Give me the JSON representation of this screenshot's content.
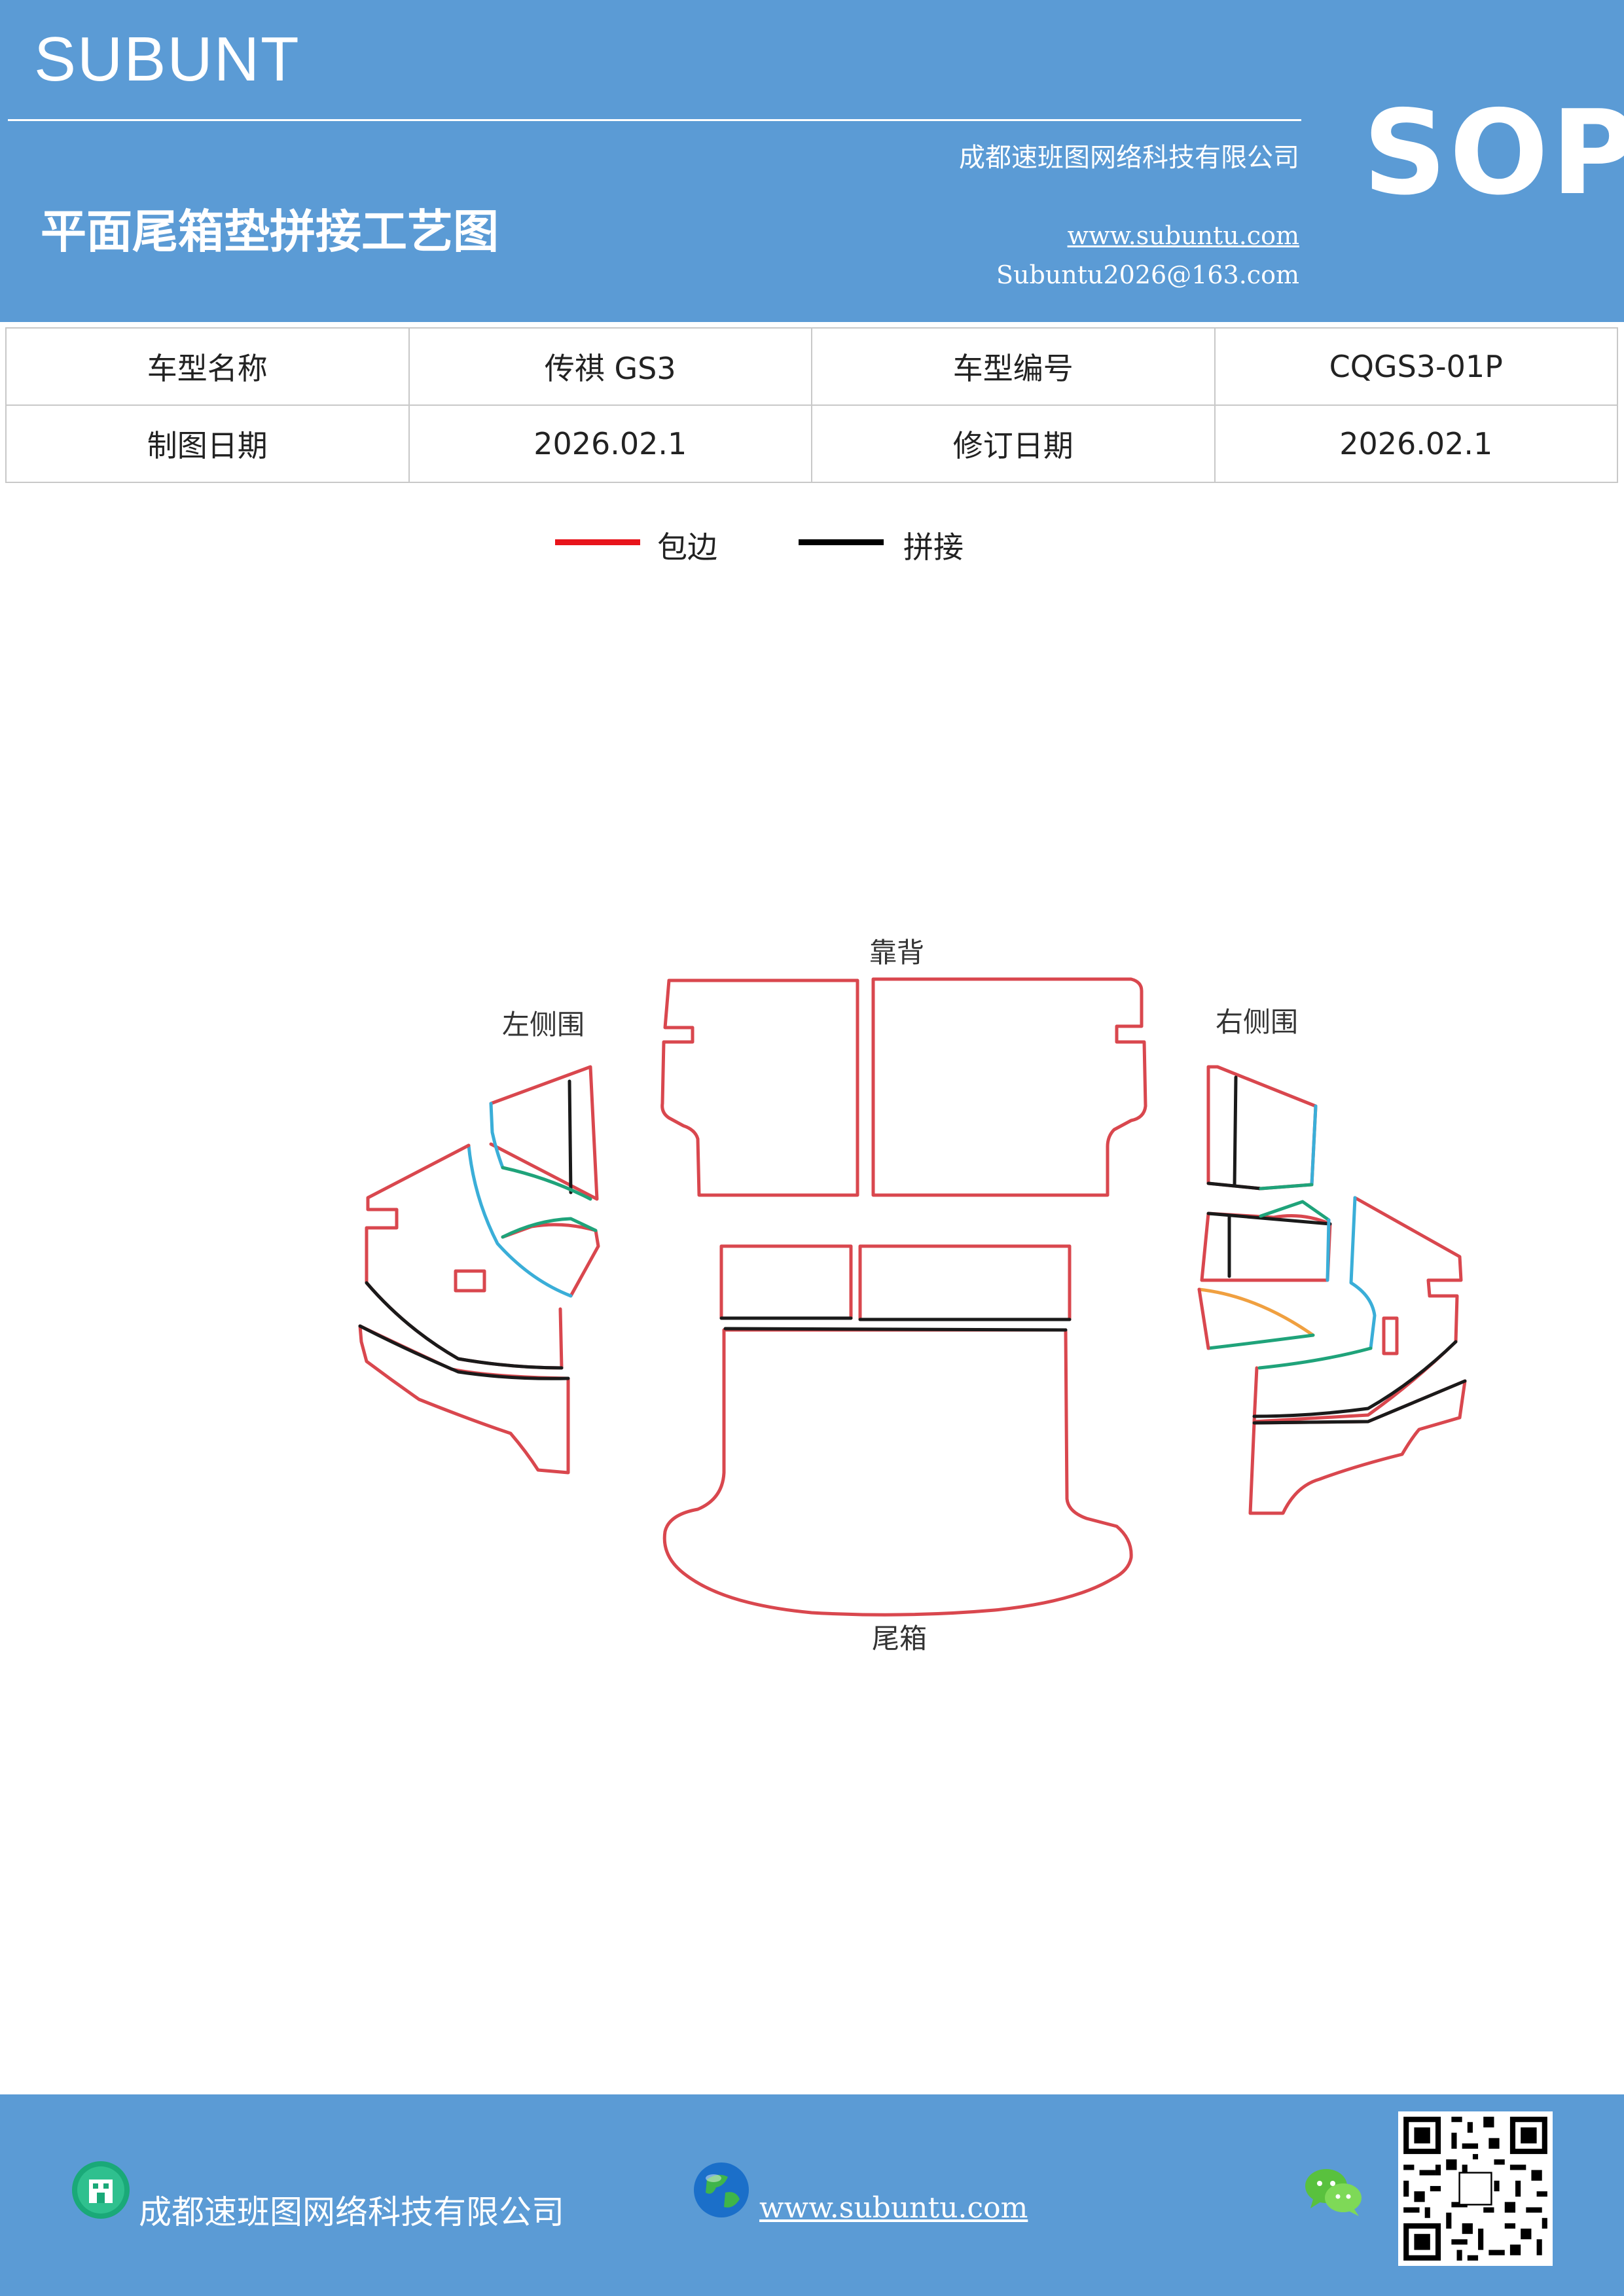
{
  "header": {
    "brand": "SUBUNT",
    "company": "成都速班图网络科技有限公司",
    "title": "平面尾箱垫拼接工艺图",
    "website": "www.subuntu.com",
    "email": "Subuntu2026@163.com",
    "badge": "SOP"
  },
  "info_table": {
    "rows": [
      {
        "label1": "车型名称",
        "value1": "传祺 GS3",
        "label2": "车型编号",
        "value2": "CQGS3-01P"
      },
      {
        "label1": "制图日期",
        "value1": "2026.02.1",
        "label2": "修订日期",
        "value2": "2026.02.1"
      }
    ]
  },
  "legend": {
    "items": [
      {
        "label": "包边",
        "color": "#e8141b"
      },
      {
        "label": "拼接",
        "color": "#000000"
      }
    ]
  },
  "diagram": {
    "labels": {
      "back": "靠背",
      "left": "左侧围",
      "right": "右侧围",
      "trunk": "尾箱"
    },
    "colors": {
      "edge": "#d9474e",
      "seam": "#1a1a1a",
      "blue": "#3aaed8",
      "green": "#1fa37a",
      "orange": "#f0a040"
    }
  },
  "footer": {
    "company": "成都速班图网络科技有限公司",
    "website": "www.subuntu.com",
    "icons": [
      "building-icon",
      "globe-icon",
      "wechat-icon",
      "qr-code"
    ]
  }
}
